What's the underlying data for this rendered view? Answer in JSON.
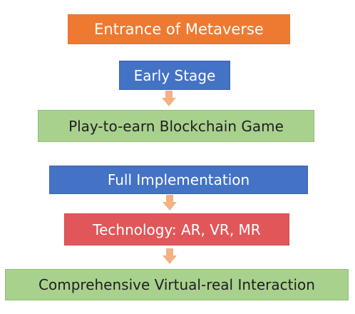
{
  "diagram": {
    "nodes": [
      {
        "id": "entrance",
        "label": "Entrance of Metaverse",
        "fill": "#ee7a31"
      },
      {
        "id": "early-stage",
        "label": "Early Stage",
        "fill": "#4472c4"
      },
      {
        "id": "play-to-earn",
        "label": "Play-to-earn Blockchain Game",
        "fill": "#a9d18e"
      },
      {
        "id": "full-implementation",
        "label": "Full Implementation",
        "fill": "#4472c4"
      },
      {
        "id": "technology",
        "label": "Technology: AR, VR, MR",
        "fill": "#e15759"
      },
      {
        "id": "interaction",
        "label": "Comprehensive Virtual-real Interaction",
        "fill": "#a9d18e"
      }
    ],
    "edges": [
      {
        "from": "early-stage",
        "to": "play-to-earn"
      },
      {
        "from": "full-implementation",
        "to": "technology"
      },
      {
        "from": "technology",
        "to": "interaction"
      }
    ],
    "arrow_color": "#f4b183"
  }
}
